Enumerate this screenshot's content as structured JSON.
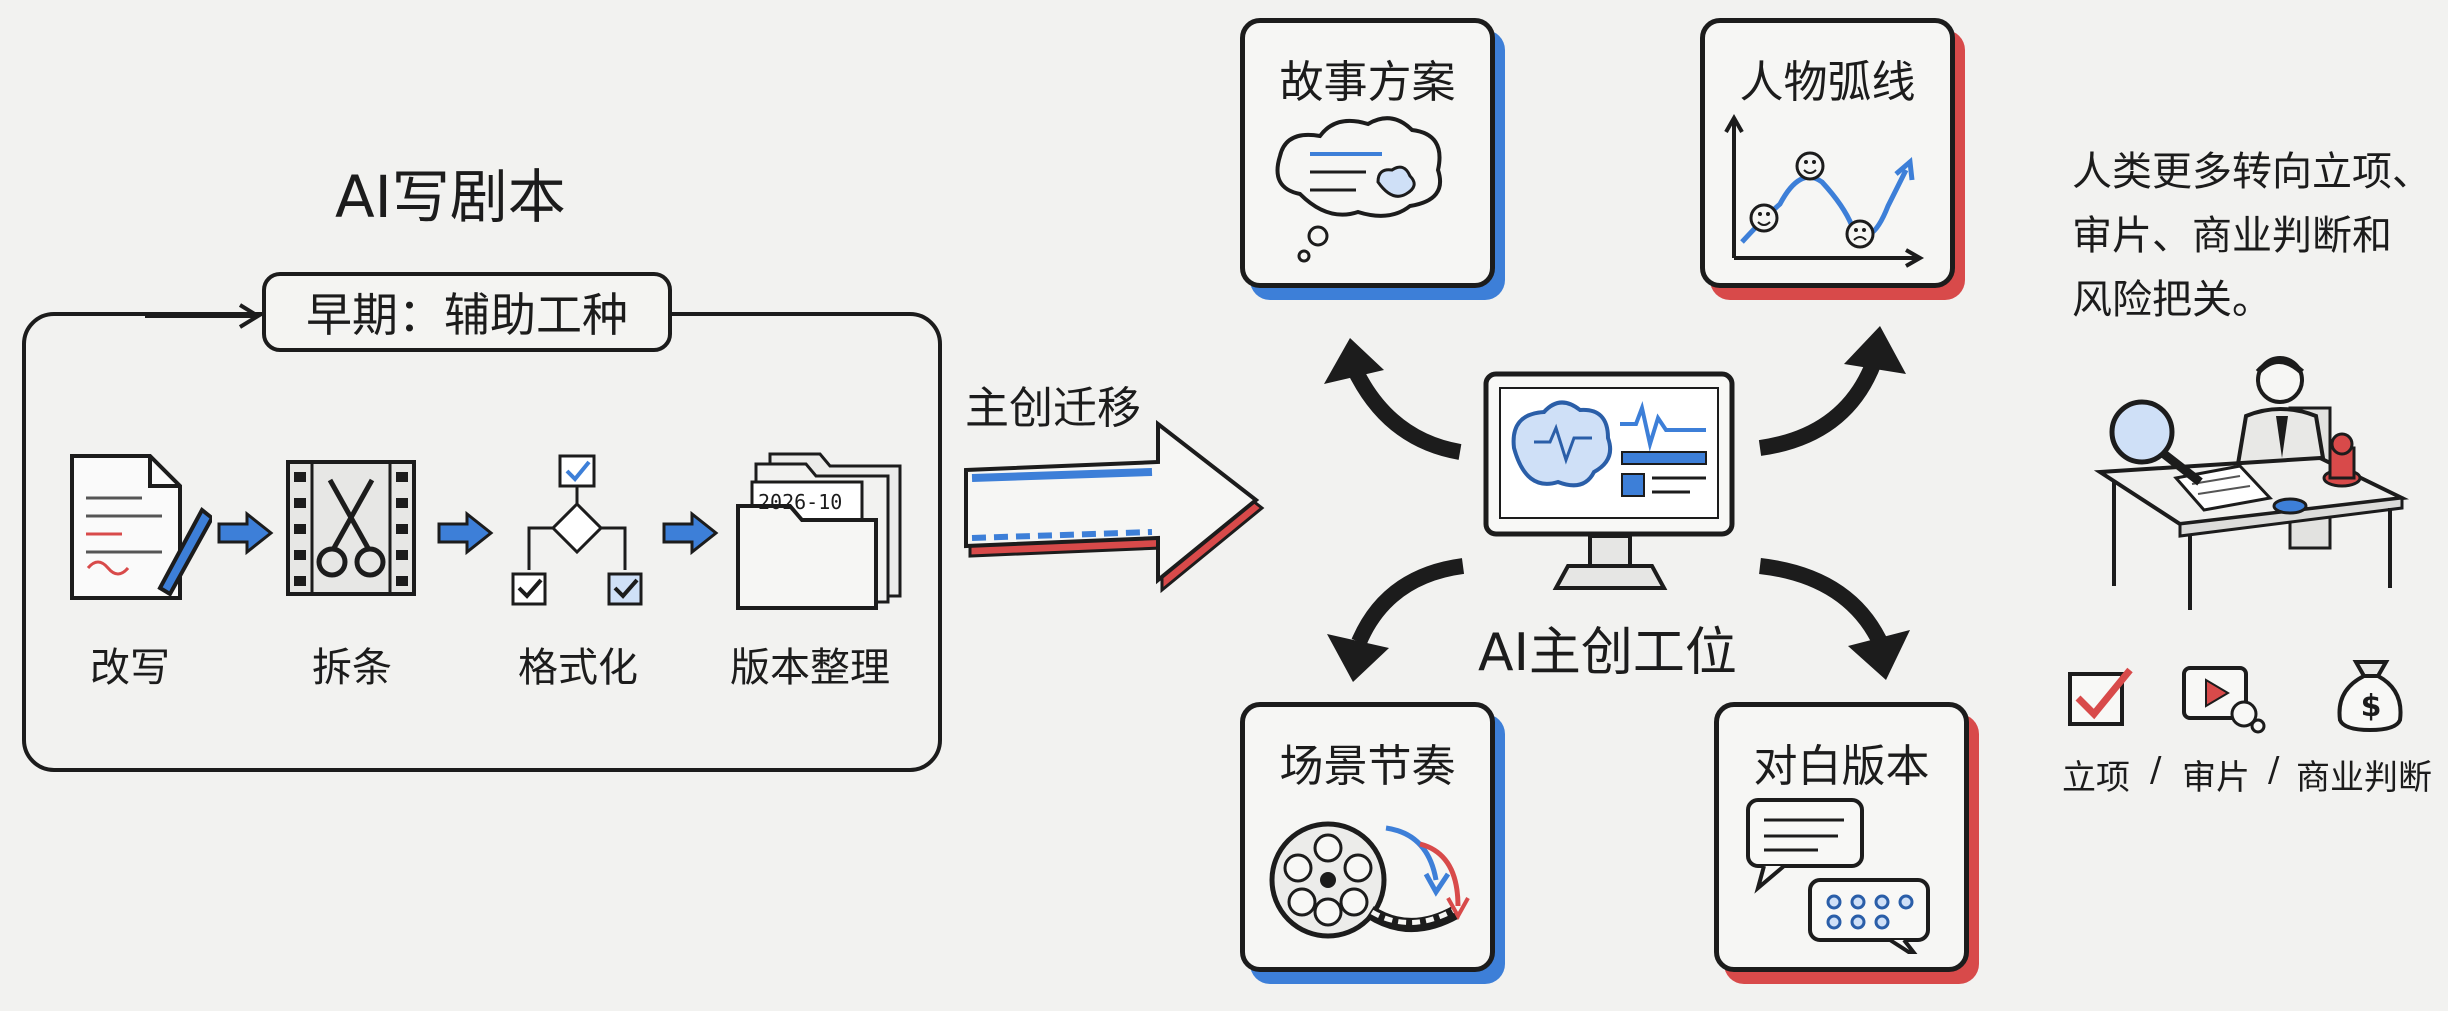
{
  "left_section": {
    "title": "AI写剧本",
    "phase_label": "早期：辅助工种",
    "steps": [
      {
        "label": "改写",
        "icon": "edited-document-pen-icon"
      },
      {
        "label": "拆条",
        "icon": "film-scissors-icon"
      },
      {
        "label": "格式化",
        "icon": "flowchart-checklist-icon"
      },
      {
        "label": "版本整理",
        "icon": "dated-folders-icon"
      }
    ],
    "folder_tag": "2026-10"
  },
  "transition": {
    "label": "主创迁移",
    "icon": "big-right-arrow-icon"
  },
  "ai_station": {
    "label": "AI主创工位",
    "icon": "monitor-brain-icon",
    "cards": [
      {
        "title": "故事方案",
        "icon": "thought-cloud-icon",
        "color": "#3d7fd8"
      },
      {
        "title": "人物弧线",
        "icon": "character-arc-graph-icon",
        "color": "#d84a4a"
      },
      {
        "title": "场景节奏",
        "icon": "film-reel-icon",
        "color": "#3d7fd8"
      },
      {
        "title": "对白版本",
        "icon": "dialogue-bubbles-icon",
        "color": "#d84a4a"
      }
    ]
  },
  "human_section": {
    "text_lines": [
      "人类更多转向立项、",
      "审片、商业判断和",
      "风险把关。"
    ],
    "icon": "reviewer-at-desk-icon",
    "responsibilities": [
      {
        "label": "立项",
        "icon": "checkbox-check-icon"
      },
      {
        "label": "审片",
        "icon": "video-play-icon"
      },
      {
        "label": "商业判断",
        "icon": "money-bag-icon"
      }
    ],
    "separator": "/"
  },
  "colors": {
    "accent_blue": "#3d7fd8",
    "accent_red": "#d84a4a",
    "ink": "#1c1c1c",
    "background": "#f2f2f0"
  }
}
